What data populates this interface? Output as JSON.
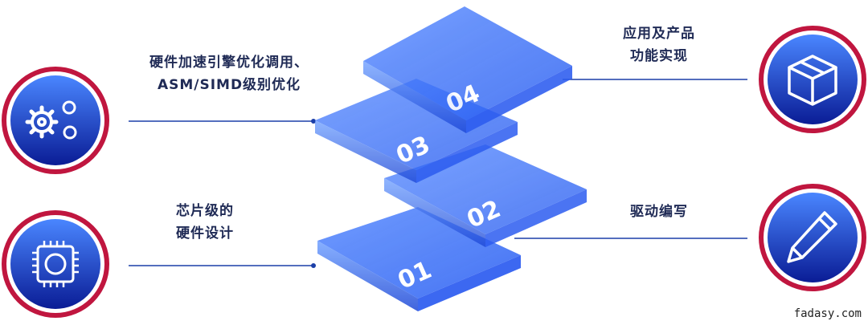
{
  "layers": [
    {
      "number": "01"
    },
    {
      "number": "02"
    },
    {
      "number": "03"
    },
    {
      "number": "04"
    }
  ],
  "features": {
    "top_left": {
      "line1": "硬件加速引擎优化调用、",
      "line2": "ASM/SIMD级别优化",
      "icon": "gears-icon"
    },
    "bottom_left": {
      "line1": "芯片级的",
      "line2": "硬件设计",
      "icon": "chip-icon"
    },
    "top_right": {
      "line1": "应用及产品",
      "line2": "功能实现",
      "icon": "box-icon"
    },
    "bottom_right": {
      "line1": "驱动编写",
      "icon": "pencil-icon"
    }
  },
  "watermark": "fadasy.com",
  "colors": {
    "ring": "#c0163f",
    "disc_top": "#3f7cff",
    "disc_bottom": "#0b1f9e",
    "layer": "#2f6bff",
    "connector": "#1c3fa8",
    "text": "#1f2a55"
  }
}
